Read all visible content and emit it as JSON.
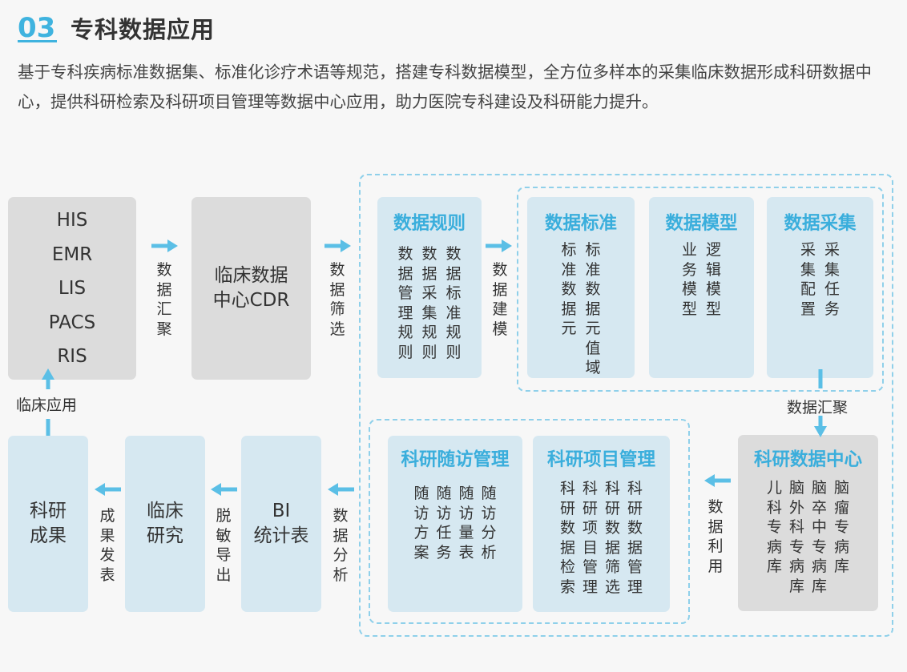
{
  "header": {
    "number": "03",
    "title": "专科数据应用",
    "intro": "基于专科疾病标准数据集、标准化诊疗术语等规范，搭建专科数据模型，全方位多样本的采集临床数据形成科研数据中心，提供科研检索及科研项目管理等数据中心应用，助力医院专科建设及科研能力提升。"
  },
  "colors": {
    "accent": "#3fb3df",
    "gray_box": "#dcdcdc",
    "blue_box": "#d6e8f1",
    "dash": "#8fd0ea"
  },
  "sources": [
    "HIS",
    "EMR",
    "LIS",
    "PACS",
    "RIS"
  ],
  "cdr": {
    "line1": "临床数据",
    "line2": "中心CDR"
  },
  "rules": {
    "title": "数据规则",
    "cols": [
      "数据管理规则",
      "数据采集规则",
      "数据标准规则"
    ]
  },
  "standard": {
    "title": "数据标准",
    "cols": [
      "标准数据元",
      "标准数据元值域"
    ]
  },
  "model": {
    "title": "数据模型",
    "cols": [
      "业务模型",
      "逻辑模型"
    ]
  },
  "collect": {
    "title": "数据采集",
    "cols": [
      "采集配置",
      "采集任务"
    ]
  },
  "center": {
    "title": "科研数据中心",
    "cols": [
      "儿科专病库",
      "脑外科专病库",
      "脑卒中专病库",
      "脑瘤专病库"
    ]
  },
  "project": {
    "title": "科研项目管理",
    "cols": [
      "科研数据检索",
      "科研项目管理",
      "科研数据筛选",
      "科研数据管理"
    ]
  },
  "followup": {
    "title": "科研随访管理",
    "cols": [
      "随访方案",
      "随访任务",
      "随访量表",
      "随访分析"
    ]
  },
  "bi": {
    "line1": "BI",
    "line2": "统计表"
  },
  "research": {
    "line1": "临床",
    "line2": "研究"
  },
  "results": {
    "line1": "科研",
    "line2": "成果"
  },
  "flow_labels": {
    "aggregate1": "数据汇聚",
    "filter": "数据筛选",
    "modeling": "数据建模",
    "aggregate2": "数据汇聚",
    "use": "数据利用",
    "analysis": "数据分析",
    "desensitize": "脱敏导出",
    "publish": "成果发表",
    "clinical_app": "临床应用"
  }
}
